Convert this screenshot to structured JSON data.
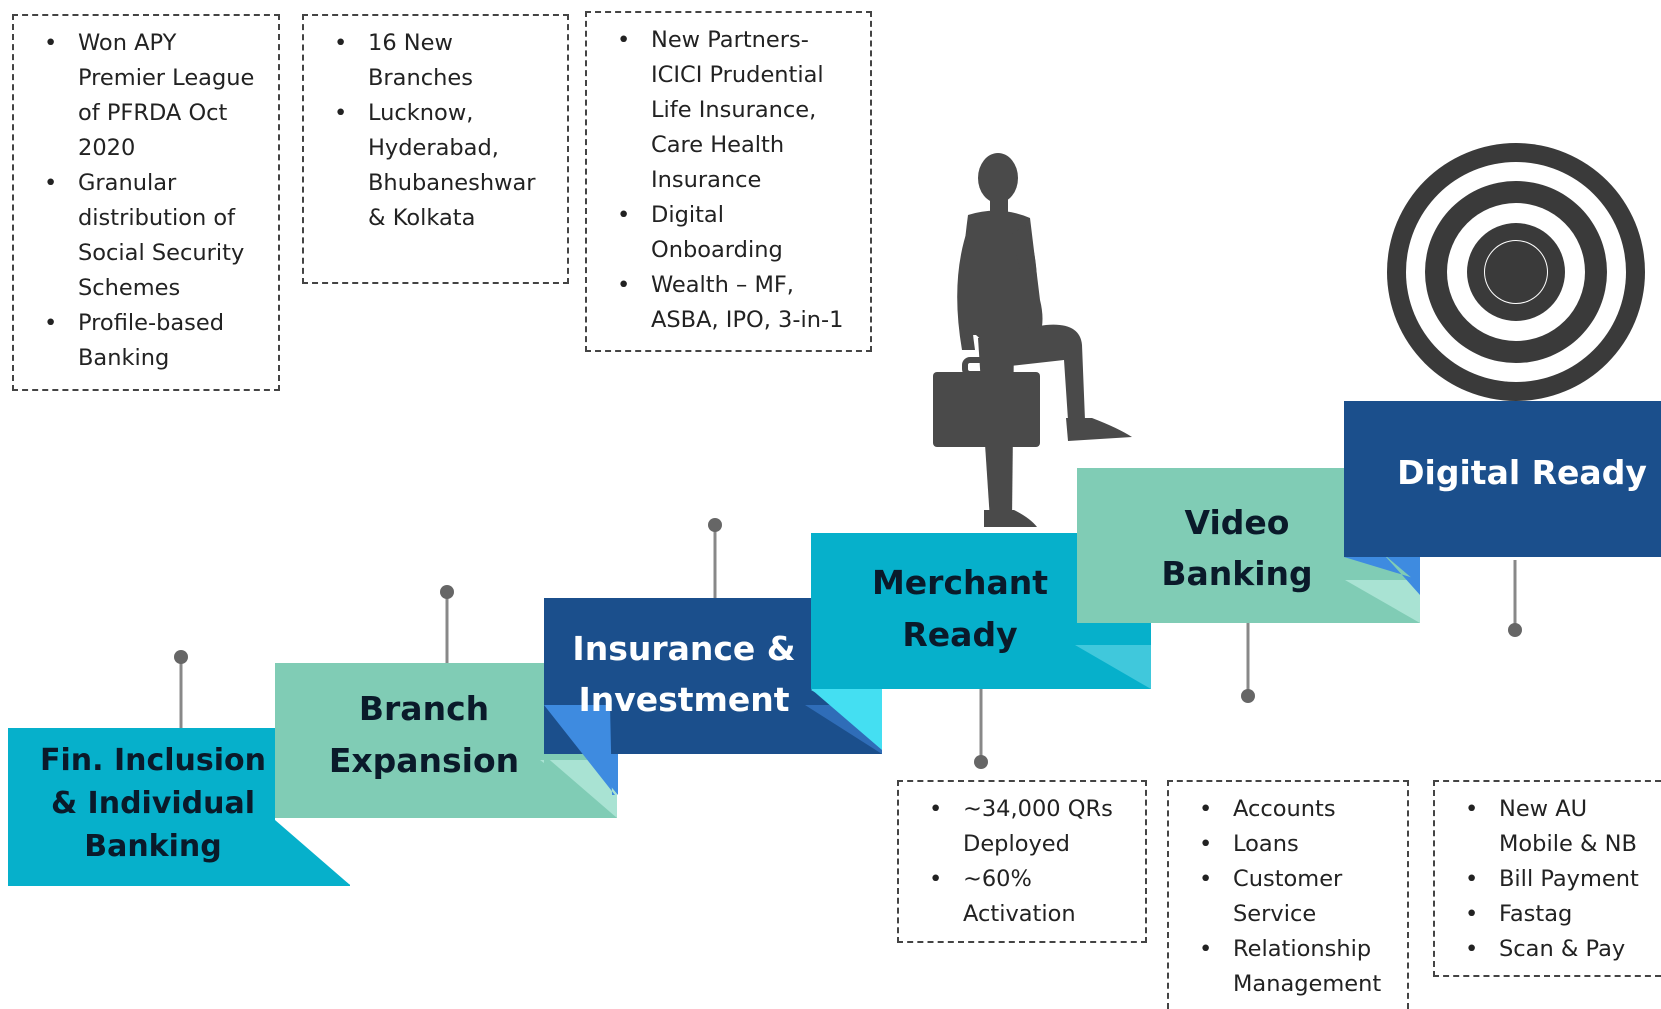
{
  "steps": [
    {
      "line1": "Fin. Inclusion",
      "line2": "& Individual",
      "line3": "Banking",
      "color": "#06B0CB"
    },
    {
      "line1": "Branch",
      "line2": "Expansion",
      "color": "#80CCB5"
    },
    {
      "line1": "Insurance &",
      "line2": "Investment",
      "color": "#1B4F8C"
    },
    {
      "line1": "Merchant",
      "line2": "Ready",
      "color": "#06B0CB"
    },
    {
      "line1": "Video",
      "line2": "Banking",
      "color": "#80CCB5"
    },
    {
      "line1": "Digital Ready",
      "color": "#1B4F8C"
    }
  ],
  "boxes": {
    "fin_inclusion": [
      "Won APY Premier League of PFRDA Oct 2020",
      "Granular distribution of Social Security Schemes",
      "Profile-based Banking"
    ],
    "branch": [
      "16 New Branches",
      "Lucknow, Hyderabad, Bhubaneshwar & Kolkata"
    ],
    "insurance": [
      "New Partners-ICICI Prudential Life Insurance, Care Health Insurance",
      "Digital Onboarding",
      "Wealth – MF, ASBA, IPO,  3-in-1"
    ],
    "merchant": [
      "~34,000 QRs Deployed",
      "~60% Activation"
    ],
    "video": [
      "Accounts",
      "Loans",
      "Customer Service",
      "Relationship Management"
    ],
    "digital": [
      "New AU Mobile & NB",
      "Bill Payment",
      "Fastag",
      "Scan & Pay"
    ]
  },
  "icons": [
    "businessman-icon",
    "target-icon"
  ]
}
